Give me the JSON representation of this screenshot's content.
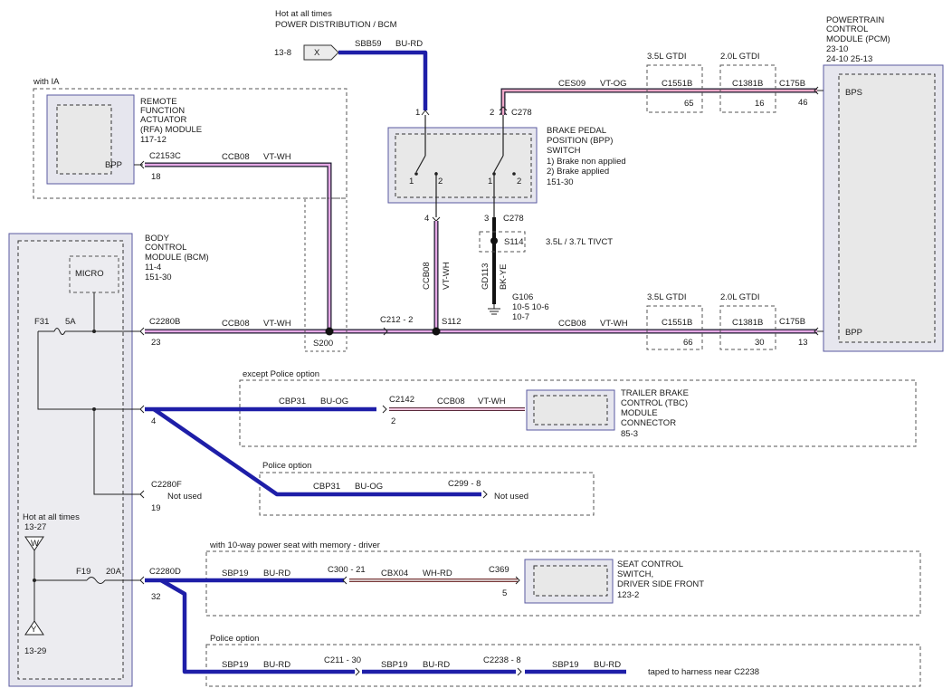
{
  "power": {
    "hot_label": "Hot at all times",
    "dist_label": "POWER DISTRIBUTION / BCM",
    "ref": "13-8",
    "x_label": "X",
    "circuit": "SBB59",
    "color": "BU-RD"
  },
  "ia_group": {
    "label": "with IA"
  },
  "rfa": {
    "title": [
      "REMOTE",
      "FUNCTION",
      "ACTUATOR",
      "(RFA) MODULE",
      "117-12"
    ],
    "pin_label": "BPP",
    "connector": "C2153C",
    "pin": "18",
    "circuit": "CCB08",
    "color": "VT-WH"
  },
  "bpp": {
    "title": [
      "BRAKE PEDAL",
      "POSITION (BPP)",
      "SWITCH",
      "1) Brake non applied",
      "2) Brake applied",
      "151-30"
    ],
    "pin1": "1",
    "pin2": "2",
    "c278": "C278",
    "sw_left_1": "1",
    "sw_left_2": "2",
    "sw_right_1": "1",
    "sw_right_2": "2",
    "pin4": "4",
    "pin3": "3",
    "c278_bottom": "C278",
    "s114": "S114",
    "s114_note": "3.5L / 3.7L TIVCT",
    "wire_left_circuit": "CCB08",
    "wire_left_color": "VT-WH",
    "wire_right_circuit": "GD113",
    "wire_right_color": "BK-YE",
    "ground": "G106",
    "ground_refs": [
      "10-5  10-6",
      "10-7"
    ]
  },
  "pcm_top": {
    "circuit": "CES09",
    "color": "VT-OG",
    "gtdi35": "3.5L GTDI",
    "gtdi20": "2.0L GTDI",
    "c1551b": "C1551B",
    "c1381b": "C1381B",
    "c175b": "C175B",
    "pin_35": "65",
    "pin_20": "16",
    "pin_c175": "46"
  },
  "pcm": {
    "title": [
      "POWERTRAIN",
      "CONTROL",
      "MODULE (PCM)",
      "23-10",
      "24-10    25-13"
    ],
    "bps": "BPS",
    "bpp": "BPP"
  },
  "bcm": {
    "title": [
      "BODY",
      "CONTROL",
      "MODULE (BCM)",
      "11-4",
      "151-30"
    ],
    "micro": "MICRO",
    "fuse1": "F31",
    "fuse1_rating": "5A",
    "connector1": "C2280B",
    "pin1": "23",
    "fuse2": "F19",
    "fuse2_rating": "20A",
    "connector2": "C2280D",
    "pin2": "32",
    "pin_tbc": "4",
    "c2280f": "C2280F",
    "c2280f_note": "Not used",
    "c2280f_pin": "19",
    "hot_label": "Hot at all times",
    "hot_ref": "13-27",
    "w_label": "W",
    "y_label": "Y",
    "y_ref": "13-29"
  },
  "mid": {
    "circuit_left": "CCB08",
    "color_left": "VT-WH",
    "s200": "S200",
    "c212": "C212 - 2",
    "s112": "S112",
    "circuit_right": "CCB08",
    "color_right": "VT-WH",
    "gtdi35": "3.5L GTDI",
    "gtdi20": "2.0L GTDI",
    "c1551b": "C1551B",
    "c1381b": "C1381B",
    "c175b": "C175B",
    "pin_35": "66",
    "pin_20": "30",
    "pin_c175": "13"
  },
  "tbc": {
    "group_label": "except Police option",
    "circuit_left": "CBP31",
    "color_left": "BU-OG",
    "connector": "C2142",
    "pin": "2",
    "circuit_right": "CCB08",
    "color_right": "VT-WH",
    "title": [
      "TRAILER BRAKE",
      "CONTROL (TBC)",
      "MODULE",
      "CONNECTOR",
      "85-3"
    ]
  },
  "police1": {
    "group_label": "Police option",
    "circuit": "CBP31",
    "color": "BU-OG",
    "connector": "C299 - 8",
    "note": "Not used"
  },
  "seat": {
    "group_label": "with 10-way power seat with memory - driver",
    "circuit_left": "SBP19",
    "color_left": "BU-RD",
    "c300": "C300 - 21",
    "circuit_mid": "CBX04",
    "color_mid": "WH-RD",
    "c369": "C369",
    "pin": "5",
    "title": [
      "SEAT CONTROL",
      "SWITCH,",
      "DRIVER SIDE FRONT",
      "123-2"
    ]
  },
  "police2": {
    "group_label": "Police option",
    "circuit1": "SBP19",
    "color1": "BU-RD",
    "c211": "C211 - 30",
    "circuit2": "SBP19",
    "color2": "BU-RD",
    "c2238": "C2238 - 8",
    "circuit3": "SBP19",
    "color3": "BU-RD",
    "note": "taped to harness near C2238"
  }
}
